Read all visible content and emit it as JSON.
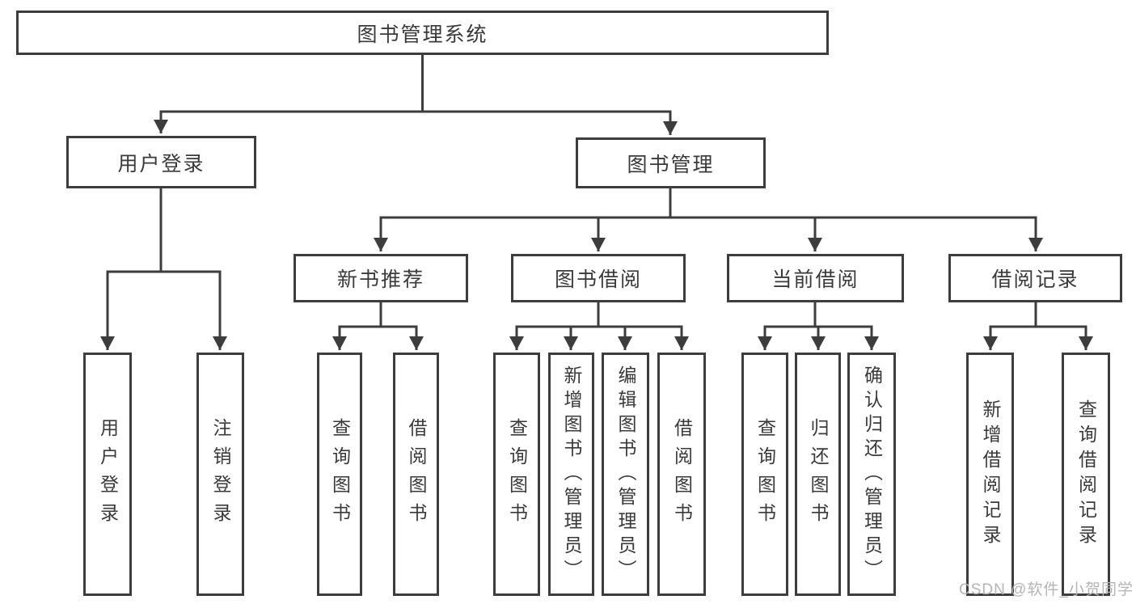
{
  "tree": {
    "label": "图书管理系统",
    "children": [
      {
        "label": "用户登录",
        "children": [
          {
            "label": "用户登录"
          },
          {
            "label": "注销登录"
          }
        ]
      },
      {
        "label": "图书管理",
        "children": [
          {
            "label": "新书推荐",
            "children": [
              {
                "label": "查询图书"
              },
              {
                "label": "借阅图书"
              }
            ]
          },
          {
            "label": "图书借阅",
            "children": [
              {
                "label": "查询图书"
              },
              {
                "label": "新增图书（管理员）"
              },
              {
                "label": "编辑图书（管理员）"
              },
              {
                "label": "借阅图书"
              }
            ]
          },
          {
            "label": "当前借阅",
            "children": [
              {
                "label": "查询图书"
              },
              {
                "label": "归还图书"
              },
              {
                "label": "确认归还（管理员）"
              }
            ]
          },
          {
            "label": "借阅记录",
            "children": [
              {
                "label": "新增借阅记录"
              },
              {
                "label": "查询借阅记录"
              }
            ]
          }
        ]
      }
    ]
  },
  "watermark": "CSDN @软件_小贺同学",
  "colors": {
    "line": "#3d3d3d",
    "text": "#3a3a3a",
    "box_background": "#ffffff",
    "watermark": "#b5b5b5"
  }
}
